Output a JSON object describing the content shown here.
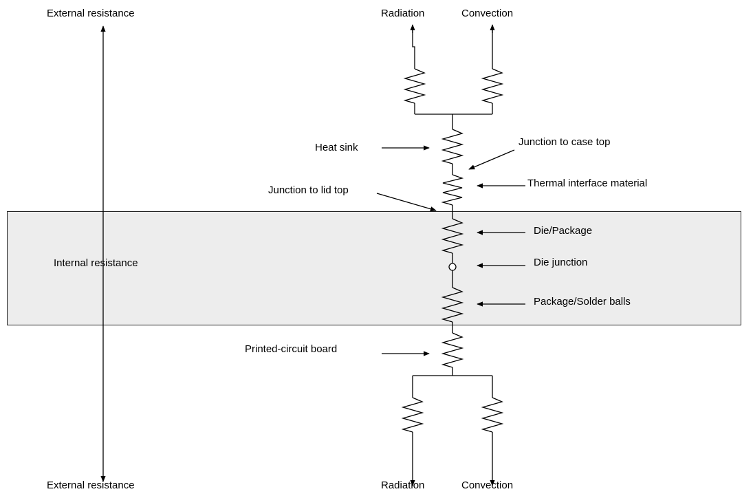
{
  "labels": {
    "external_resistance_top": "External resistance",
    "external_resistance_bottom": "External resistance",
    "internal_resistance": "Internal resistance",
    "radiation_top": "Radiation",
    "convection_top": "Convection",
    "radiation_bottom": "Radiation",
    "convection_bottom": "Convection",
    "heat_sink": "Heat sink",
    "junction_to_case_top": "Junction to case top",
    "thermal_interface_material": "Thermal interface material",
    "junction_to_lid_top": "Junction to lid top",
    "die_package": "Die/Package",
    "die_junction": "Die junction",
    "package_solder_balls": "Package/Solder balls",
    "printed_circuit_board": "Printed-circuit board"
  },
  "colors": {
    "stroke": "#000000",
    "region_fill": "#ededed"
  }
}
